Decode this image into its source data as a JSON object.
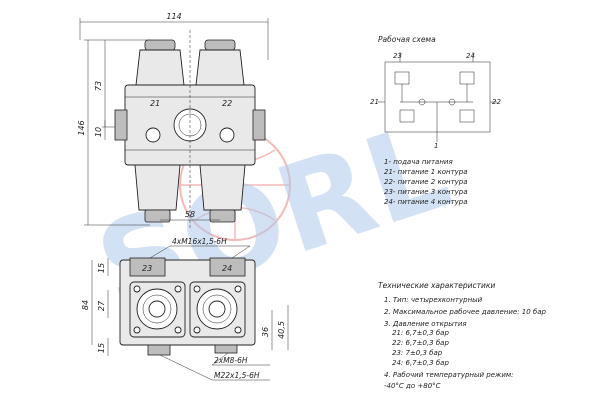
{
  "watermark": {
    "text": "SORL",
    "color": "#1565c0",
    "accent": "#e53935"
  },
  "drawing": {
    "top_view": {
      "dim_width": "114",
      "dim_height": "146",
      "dim_upper": "73",
      "dim_port": "10",
      "dim_bottom": "58",
      "port_left": "21",
      "port_right": "22"
    },
    "bottom_view": {
      "thread_top": "4xM16x1,5-6H",
      "dim_left_total": "84",
      "dim_left_mid": "27",
      "dim_left_top": "15",
      "dim_left_bottom": "15",
      "dim_right_36": "36",
      "dim_right_405": "40,5",
      "port_23": "23",
      "port_24": "24",
      "thread_side": "2xM8-6H",
      "thread_bottom": "M22x1,5-6H"
    }
  },
  "schema": {
    "title": "Рабочая схема",
    "ports": {
      "p23": "23",
      "p24": "24",
      "p21": "21",
      "p22": "22",
      "p1": "1"
    },
    "legend": [
      "1- подача питания",
      "21- питание 1 контура",
      "22- питание 2 контура",
      "23- питание 3 контура",
      "24- питание 4 контура"
    ]
  },
  "specs": {
    "title": "Технические характеристики",
    "items": [
      "1. Тип: четырехконтурный",
      "2. Максимальное рабочее давление: 10 бар",
      "3. Давление открытия"
    ],
    "pressures": [
      "21: 6,7±0,3 бар",
      "22: 6,7±0,3 бар",
      "23: 7±0,3 бар",
      "24: 6,7±0,3 бар"
    ],
    "temp_label": "4. Рабочий температурный режим:",
    "temp_value": "-40°С до +80°С"
  }
}
